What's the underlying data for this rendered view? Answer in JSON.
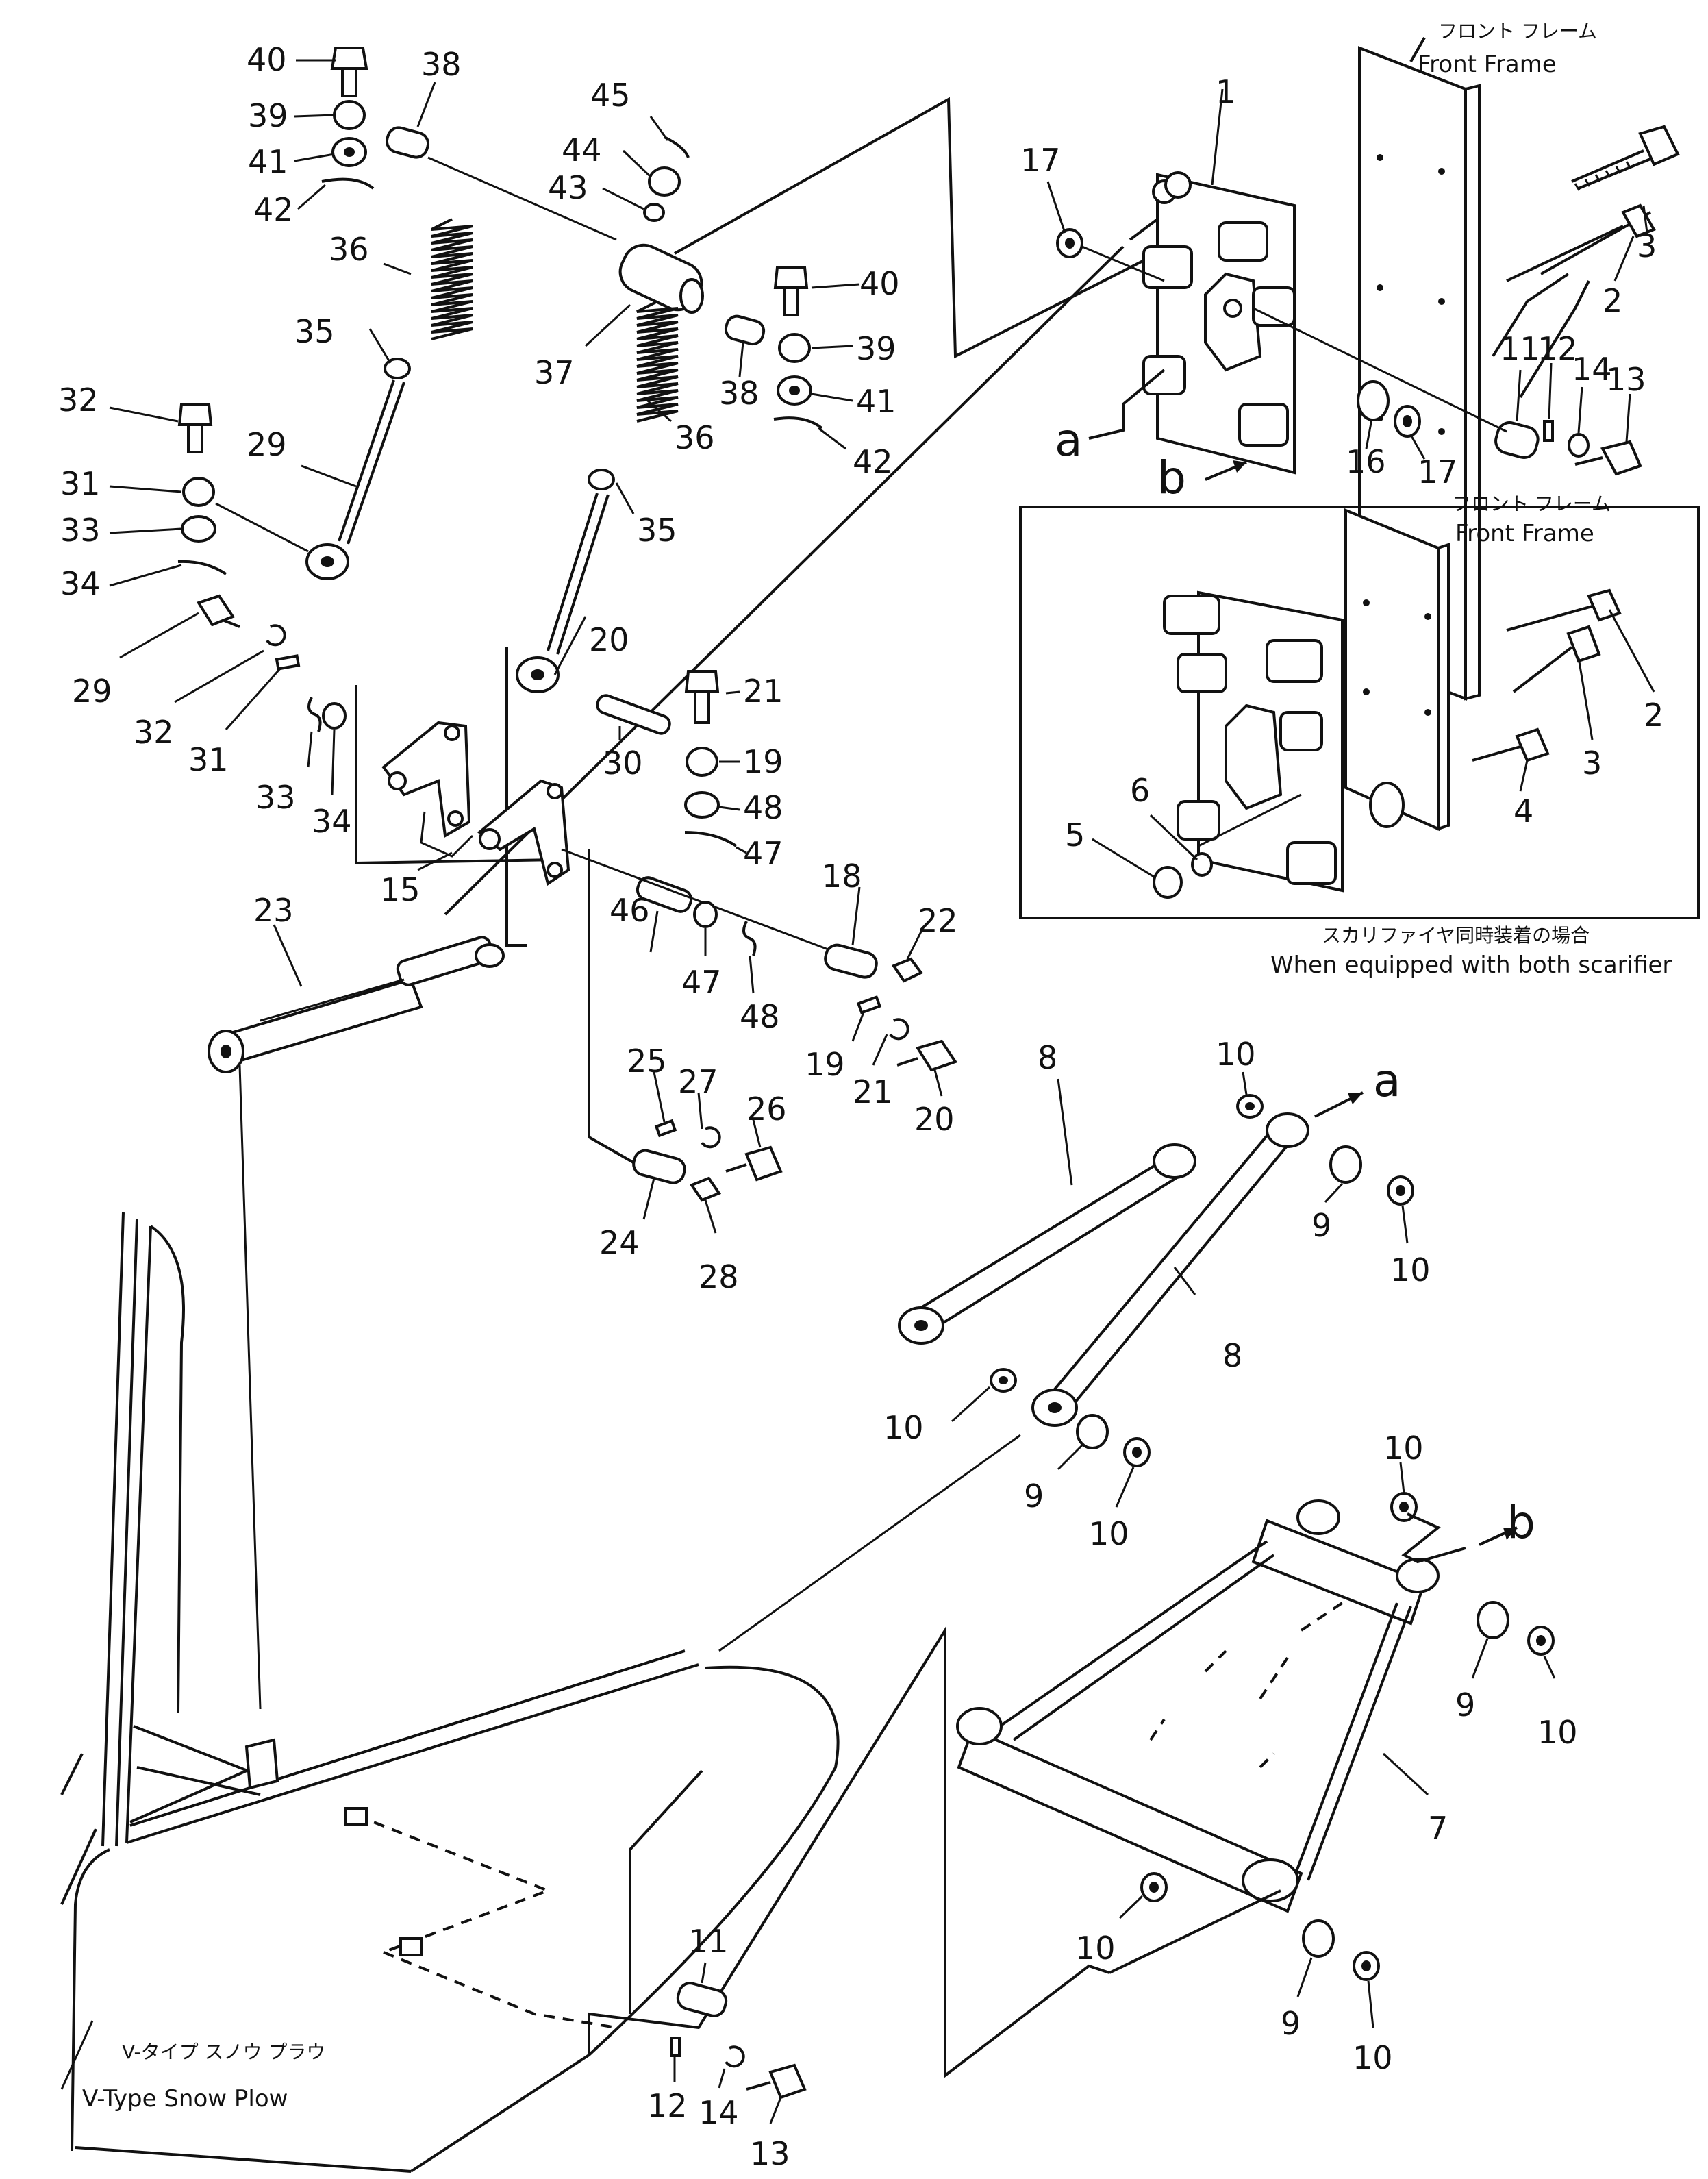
{
  "labels": {
    "front_frame_jp": "フロント フレーム",
    "front_frame_en": "Front Frame",
    "inset_front_frame_jp": "フロント フレーム",
    "inset_front_frame_en": "Front Frame",
    "scarifier_note_jp": "スカリファイヤ同時装着の場合",
    "scarifier_note_en": "When equipped with both scarifier",
    "snow_plow_jp": "V-タイプ スノウ プラウ",
    "snow_plow_en": "V-Type Snow Plow",
    "ref_a": "a",
    "ref_b": "b"
  },
  "callouts": [
    {
      "id": "c40a",
      "text": "40"
    },
    {
      "id": "c39a",
      "text": "39"
    },
    {
      "id": "c41a",
      "text": "41"
    },
    {
      "id": "c42a",
      "text": "42"
    },
    {
      "id": "c38a",
      "text": "38"
    },
    {
      "id": "c36a",
      "text": "36"
    },
    {
      "id": "c35a",
      "text": "35"
    },
    {
      "id": "c45",
      "text": "45"
    },
    {
      "id": "c44",
      "text": "44"
    },
    {
      "id": "c43",
      "text": "43"
    },
    {
      "id": "c37",
      "text": "37"
    },
    {
      "id": "c40b",
      "text": "40"
    },
    {
      "id": "c39b",
      "text": "39"
    },
    {
      "id": "c38b",
      "text": "38"
    },
    {
      "id": "c41b",
      "text": "41"
    },
    {
      "id": "c42b",
      "text": "42"
    },
    {
      "id": "c36b",
      "text": "36"
    },
    {
      "id": "c35b",
      "text": "35"
    },
    {
      "id": "c32a",
      "text": "32"
    },
    {
      "id": "c29a",
      "text": "29"
    },
    {
      "id": "c31a",
      "text": "31"
    },
    {
      "id": "c33a",
      "text": "33"
    },
    {
      "id": "c34a",
      "text": "34"
    },
    {
      "id": "c20a",
      "text": "20"
    },
    {
      "id": "c21a",
      "text": "21"
    },
    {
      "id": "c19a",
      "text": "19"
    },
    {
      "id": "c48a",
      "text": "48"
    },
    {
      "id": "c47a",
      "text": "47"
    },
    {
      "id": "c29b",
      "text": "29"
    },
    {
      "id": "c32b",
      "text": "32"
    },
    {
      "id": "c31b",
      "text": "31"
    },
    {
      "id": "c33b",
      "text": "33"
    },
    {
      "id": "c34b",
      "text": "34"
    },
    {
      "id": "c30",
      "text": "30"
    },
    {
      "id": "c15",
      "text": "15"
    },
    {
      "id": "c23",
      "text": "23"
    },
    {
      "id": "c46",
      "text": "46"
    },
    {
      "id": "c47b",
      "text": "47"
    },
    {
      "id": "c48b",
      "text": "48"
    },
    {
      "id": "c18",
      "text": "18"
    },
    {
      "id": "c22",
      "text": "22"
    },
    {
      "id": "c19b",
      "text": "19"
    },
    {
      "id": "c21b",
      "text": "21"
    },
    {
      "id": "c20b",
      "text": "20"
    },
    {
      "id": "c25",
      "text": "25"
    },
    {
      "id": "c27",
      "text": "27"
    },
    {
      "id": "c26",
      "text": "26"
    },
    {
      "id": "c24",
      "text": "24"
    },
    {
      "id": "c28",
      "text": "28"
    },
    {
      "id": "c1",
      "text": "1"
    },
    {
      "id": "c17a",
      "text": "17"
    },
    {
      "id": "c3a",
      "text": "3"
    },
    {
      "id": "c2a",
      "text": "2"
    },
    {
      "id": "c11a",
      "text": "11"
    },
    {
      "id": "c12a",
      "text": "12"
    },
    {
      "id": "c14a",
      "text": "14"
    },
    {
      "id": "c13a",
      "text": "13"
    },
    {
      "id": "c16",
      "text": "16"
    },
    {
      "id": "c17b",
      "text": "17"
    },
    {
      "id": "c2b",
      "text": "2"
    },
    {
      "id": "c3b",
      "text": "3"
    },
    {
      "id": "c4",
      "text": "4"
    },
    {
      "id": "c5",
      "text": "5"
    },
    {
      "id": "c6",
      "text": "6"
    },
    {
      "id": "c8a",
      "text": "8"
    },
    {
      "id": "c8b",
      "text": "8"
    },
    {
      "id": "c10a",
      "text": "10"
    },
    {
      "id": "c9a",
      "text": "9"
    },
    {
      "id": "c10b",
      "text": "10"
    },
    {
      "id": "c10c",
      "text": "10"
    },
    {
      "id": "c9b",
      "text": "9"
    },
    {
      "id": "c10d",
      "text": "10"
    },
    {
      "id": "c10e",
      "text": "10"
    },
    {
      "id": "c9c",
      "text": "9"
    },
    {
      "id": "c10f",
      "text": "10"
    },
    {
      "id": "c7",
      "text": "7"
    },
    {
      "id": "c10g",
      "text": "10"
    },
    {
      "id": "c9d",
      "text": "9"
    },
    {
      "id": "c10h",
      "text": "10"
    },
    {
      "id": "c11b",
      "text": "11"
    },
    {
      "id": "c12b",
      "text": "12"
    },
    {
      "id": "c14b",
      "text": "14"
    },
    {
      "id": "c13b",
      "text": "13"
    }
  ]
}
